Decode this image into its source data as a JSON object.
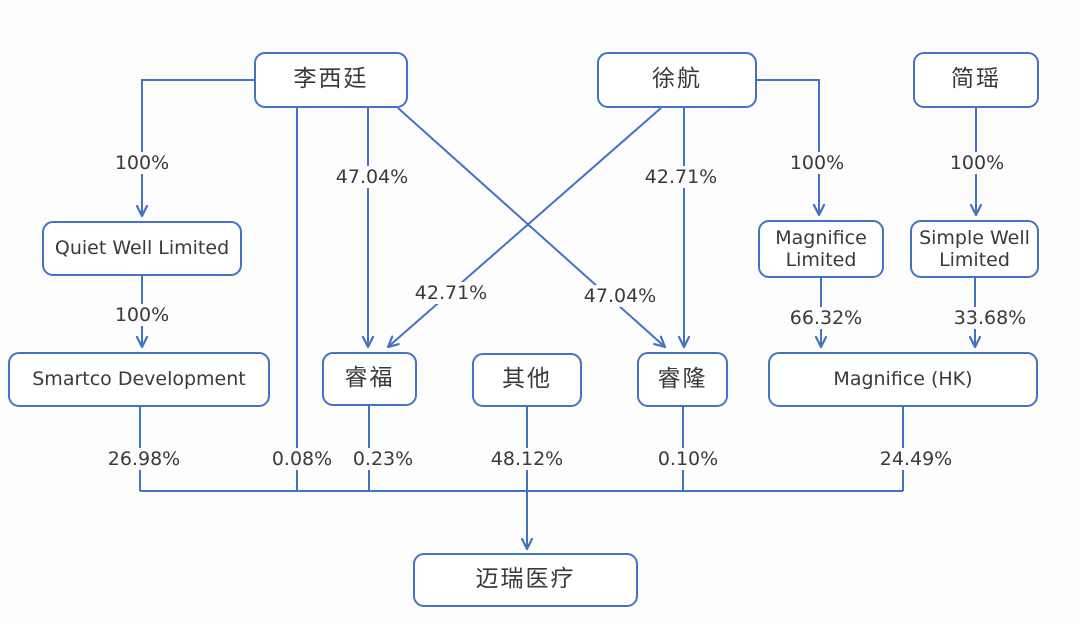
{
  "diagram": {
    "type": "ownership-structure-flowchart",
    "colors": {
      "line": "#4472c4",
      "box_border": "#4472c4",
      "text": "#3a3a3a",
      "background": "#fdfdfd"
    },
    "nodes": {
      "li_xiting": {
        "label": "李西廷"
      },
      "xu_hang": {
        "label": "徐航"
      },
      "jian_yao": {
        "label": "简瑶"
      },
      "quiet_well": {
        "label": "Quiet Well Limited"
      },
      "magnifice_ltd": {
        "label": "Magnifice Limited"
      },
      "simple_well": {
        "label": "Simple Well Limited"
      },
      "smartco": {
        "label": "Smartco Development"
      },
      "ruifu": {
        "label": "睿福"
      },
      "qita": {
        "label": "其他"
      },
      "ruilong": {
        "label": "睿隆"
      },
      "magnifice_hk": {
        "label": "Magnifice (HK)"
      },
      "mindray": {
        "label": "迈瑞医疗"
      }
    },
    "edges": {
      "li_to_quiet_well": "100%",
      "quiet_well_to_smartco": "100%",
      "li_to_ruifu": "47.04%",
      "xu_to_ruifu": "42.71%",
      "li_to_ruilong": "47.04%",
      "xu_to_ruilong": "42.71%",
      "xu_to_magnifice_ltd": "100%",
      "jian_to_simple_well": "100%",
      "magnifice_ltd_to_hk": "66.32%",
      "simple_well_to_hk": "33.68%",
      "smartco_to_mindray": "26.98%",
      "li_to_mindray": "0.08%",
      "ruifu_to_mindray": "0.23%",
      "qita_to_mindray": "48.12%",
      "ruilong_to_mindray": "0.10%",
      "hk_to_mindray": "24.49%"
    }
  }
}
